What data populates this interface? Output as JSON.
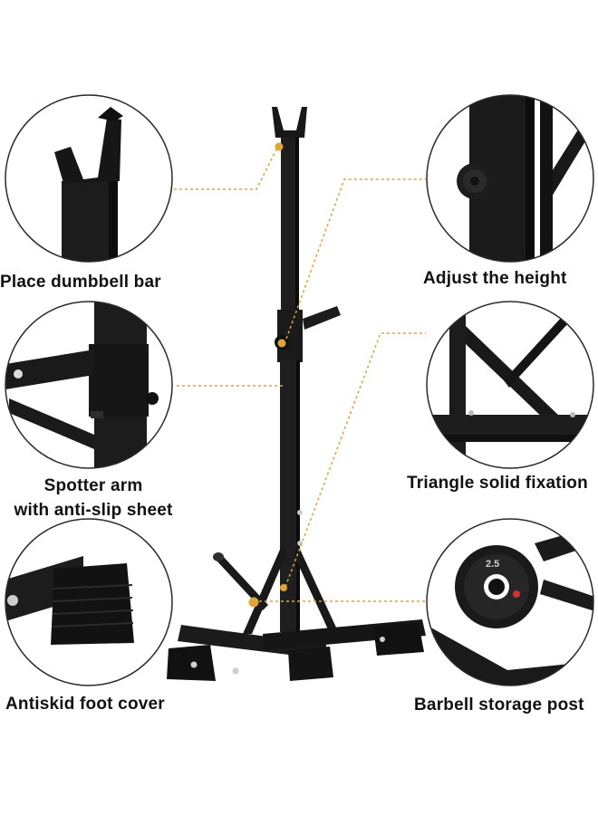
{
  "callouts": {
    "dumbbell_bar": "Place dumbbell bar",
    "adjust_height": "Adjust the height",
    "spotter_line1": "Spotter arm",
    "spotter_line2": "with anti-slip sheet",
    "triangle": "Triangle solid fixation",
    "antiskid": "Antiskid foot cover",
    "barbell_post": "Barbell storage post"
  },
  "plate_marking": "2.5",
  "colors": {
    "frame": "#1b1b1b",
    "accent_line": "#e0a43a",
    "circle_border": "#2a2a2a"
  }
}
